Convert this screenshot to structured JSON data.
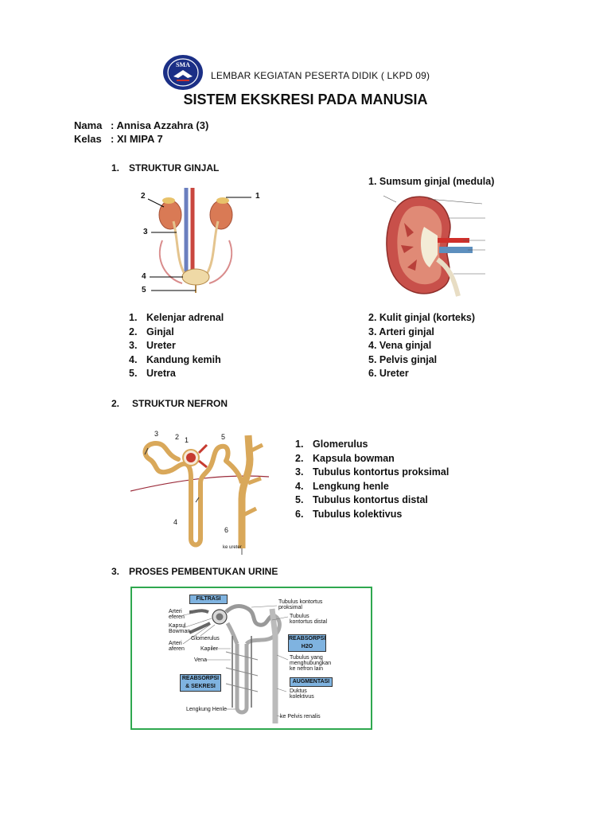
{
  "header": {
    "logo_text": "SMA",
    "lkpd": "LEMBAR KEGIATAN PESERTA DIDIK ( LKPD 09)"
  },
  "title": "SISTEM EKSKRESI PADA MANUSIA",
  "student": {
    "name_label": "Nama",
    "name_value": ": Annisa Azzahra (3)",
    "class_label": "Kelas",
    "class_value": ": XI MIPA 7"
  },
  "section1": {
    "number": "1.",
    "title": "STRUKTUR GINJAL",
    "diagram_labels": [
      "2",
      "1",
      "3",
      "4",
      "5"
    ],
    "right_first": "1. Sumsum ginjal (medula)",
    "left_list": [
      {
        "n": "1.",
        "t": "Kelenjar adrenal"
      },
      {
        "n": "2.",
        "t": "Ginjal"
      },
      {
        "n": "3.",
        "t": "Ureter"
      },
      {
        "n": "4.",
        "t": "Kandung kemih"
      },
      {
        "n": "5.",
        "t": "Uretra"
      }
    ],
    "right_list": [
      "2. Kulit ginjal (korteks)",
      "3. Arteri ginjal",
      "4. Vena ginjal",
      "5. Pelvis ginjal",
      "6. Ureter"
    ]
  },
  "section2": {
    "number": "2.",
    "title": "STRUKTUR NEFRON",
    "diagram_labels": [
      "3",
      "2",
      "1",
      "5",
      "4",
      "6"
    ],
    "diagram_bottom": "ke ureter",
    "list": [
      {
        "n": "1.",
        "t": "Glomerulus"
      },
      {
        "n": "2.",
        "t": "Kapsula bowman"
      },
      {
        "n": "3.",
        "t": "Tubulus kontortus proksimal"
      },
      {
        "n": "4.",
        "t": "Lengkung henle"
      },
      {
        "n": "5.",
        "t": "Tubulus kontortus distal"
      },
      {
        "n": "6.",
        "t": "Tubulus kolektivus"
      }
    ]
  },
  "section3": {
    "number": "3.",
    "title": "PROSES PEMBENTUKAN URINE",
    "diagram": {
      "filtrasi": "FILTRASI",
      "reabsorpsi_h2o": "REABSORPSI",
      "h2o": "H2O",
      "reabsorpsi_sekresi_1": "REABSORPSI",
      "reabsorpsi_sekresi_2": "& SEKRESI",
      "augmentasi": "AUGMENTASI",
      "arteri_eferen_1": "Arteri",
      "arteri_eferen_2": "eferen",
      "kapsul_1": "Kapsul",
      "kapsul_2": "Bowman",
      "arteri_aferen_1": "Arteri",
      "arteri_aferen_2": "aferen",
      "glomerulus": "Glomerulus",
      "kapiler": "Kapiler",
      "vena": "Vena",
      "tubulus_proks_1": "Tubulus kontortus",
      "tubulus_proks_2": "proksimal",
      "tubulus_distal_1": "Tubulus",
      "tubulus_distal_2": "kontortus distal",
      "tubulus_yang_1": "Tubulus yang",
      "tubulus_yang_2": "menghubungkan",
      "tubulus_yang_3": "ke nefron lain",
      "duktus_1": "Duktus",
      "duktus_2": "kolektivus",
      "lengkung": "Lengkung Henle",
      "pelvis": "ke Pelvis renalis"
    }
  },
  "colors": {
    "logo_blue": "#1b2f86",
    "kidney_red": "#c8504a",
    "tubule_tan": "#d9a85a",
    "box_green": "#2fa84f",
    "box_blue": "#7fb3e0"
  }
}
